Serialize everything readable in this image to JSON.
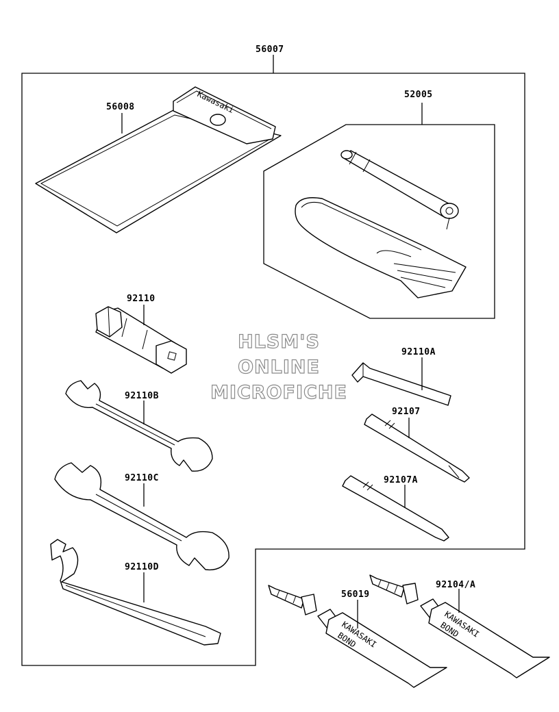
{
  "parts": [
    {
      "key": "kit",
      "number": "56007"
    },
    {
      "key": "case",
      "number": "56008"
    },
    {
      "key": "plug-wrench-set",
      "number": "52005"
    },
    {
      "key": "box-wrench",
      "number": "92110"
    },
    {
      "key": "hex-key",
      "number": "92110A"
    },
    {
      "key": "open-wrench-small",
      "number": "92110B"
    },
    {
      "key": "screwdriver",
      "number": "92107"
    },
    {
      "key": "open-wrench-large",
      "number": "92110C"
    },
    {
      "key": "screwdriver-small",
      "number": "92107A"
    },
    {
      "key": "hook-wrench",
      "number": "92110D"
    },
    {
      "key": "bond-tube-1",
      "number": "56019"
    },
    {
      "key": "bond-tube-2",
      "number": "92104/A"
    }
  ],
  "markings": {
    "case_brand": "Kawasaki",
    "tube_brand": "KAWASAKI",
    "tube_product": "BOND"
  },
  "watermark": {
    "line1": "HLSM'S",
    "line2": "ONLINE",
    "line3": "MICROFICHE"
  }
}
